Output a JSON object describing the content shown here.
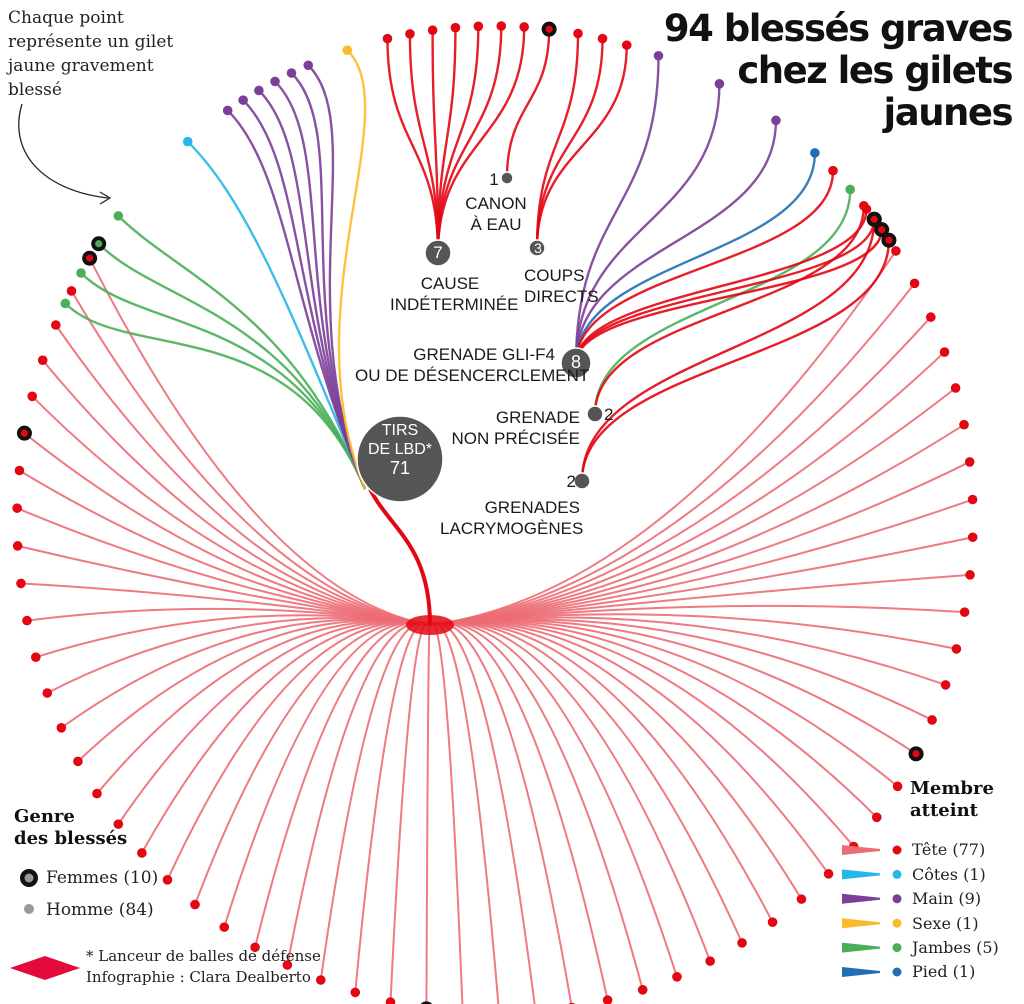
{
  "title": [
    "94 blessés graves",
    "chez les gilets",
    "jaunes"
  ],
  "intro": "Chaque point représente un gilet jaune gravement blessé",
  "colors": {
    "tete": "#e30613",
    "tete_line": "#ec6b74",
    "cotes": "#29b6e8",
    "main": "#7b3f98",
    "sexe": "#fbba2a",
    "jambes": "#4cae5a",
    "pied": "#1f6fb4",
    "hub": "#555555",
    "femme_ring": "#111111"
  },
  "chart_data": {
    "type": "dendrogram",
    "total": 94,
    "causes": [
      {
        "key": "lbd",
        "label": "TIRS DE LBD*",
        "count": 71,
        "members": {
          "tete": 57,
          "main": 6,
          "sexe": 1,
          "cotes": 1,
          "jambes": 4,
          "pied": 0
        }
      },
      {
        "key": "indet",
        "label": "CAUSE INDÉTERMINÉE",
        "count": 7,
        "members": {
          "tete": 7
        }
      },
      {
        "key": "canon",
        "label": "CANON À EAU",
        "count": 1,
        "members": {
          "tete": 1
        }
      },
      {
        "key": "coups",
        "label": "COUPS DIRECTS",
        "count": 3,
        "members": {
          "tete": 3
        }
      },
      {
        "key": "gli",
        "label": "GRENADE GLI-F4 OU DE DÉSENCERCLEMENT",
        "count": 8,
        "members": {
          "main": 3,
          "pied": 1,
          "tete": 4
        }
      },
      {
        "key": "grenade",
        "label": "GRENADE NON PRÉCISÉE",
        "count": 2,
        "members": {
          "jambes": 1,
          "tete": 1
        }
      },
      {
        "key": "lacry",
        "label": "GRENADES LACRYMOGÈNES",
        "count": 2,
        "members": {
          "tete": 2
        }
      }
    ],
    "legend_membre": {
      "title": "Membre atteint",
      "items": [
        {
          "key": "tete",
          "label": "Tête (77)",
          "value": 77
        },
        {
          "key": "cotes",
          "label": "Côtes (1)",
          "value": 1
        },
        {
          "key": "main",
          "label": "Main (9)",
          "value": 9
        },
        {
          "key": "sexe",
          "label": "Sexe (1)",
          "value": 1
        },
        {
          "key": "jambes",
          "label": "Jambes (5)",
          "value": 5
        },
        {
          "key": "pied",
          "label": "Pied (1)",
          "value": 1
        }
      ]
    },
    "legend_genre": {
      "title": "Genre des blessés",
      "items": [
        {
          "key": "femmes",
          "label": "Femmes (10)",
          "value": 10
        },
        {
          "key": "hommes",
          "label": "Homme (84)",
          "value": 84
        }
      ]
    }
  },
  "labels": {
    "lbd_line1": "TIRS",
    "lbd_line2": "DE LBD*",
    "lbd_count": "71",
    "indet_count": "7",
    "indet_line1": "CAUSE",
    "indet_line2": "INDÉTERMINÉE",
    "canon_count": "1",
    "canon_line1": "CANON",
    "canon_line2": "À EAU",
    "coups_count": "3",
    "coups_line1": "COUPS",
    "coups_line2": "DIRECTS",
    "gli_count": "8",
    "gli_line1": "GRENADE GLI-F4",
    "gli_line2": "OU DE DÉSENCERCLEMENT",
    "grenade_count": "2",
    "grenade_line1": "GRENADE",
    "grenade_line2": "NON PRÉCISÉE",
    "lacry_count": "2",
    "lacry_line1": "GRENADES",
    "lacry_line2": "LACRYMOGÈNES"
  },
  "legend": {
    "membre_title_1": "Membre",
    "membre_title_2": "atteint",
    "genre_title_1": "Genre",
    "genre_title_2": "des blessés",
    "femmes": "Femmes (10)",
    "hommes": "Homme (84)",
    "tete": "Tête (77)",
    "cotes": "Côtes (1)",
    "main": "Main (9)",
    "sexe": "Sexe (1)",
    "jambes": "Jambes (5)",
    "pied": "Pied (1)"
  },
  "footer": {
    "note": "* Lanceur de balles de défense",
    "credit": "Infographie : Clara Dealberto"
  }
}
